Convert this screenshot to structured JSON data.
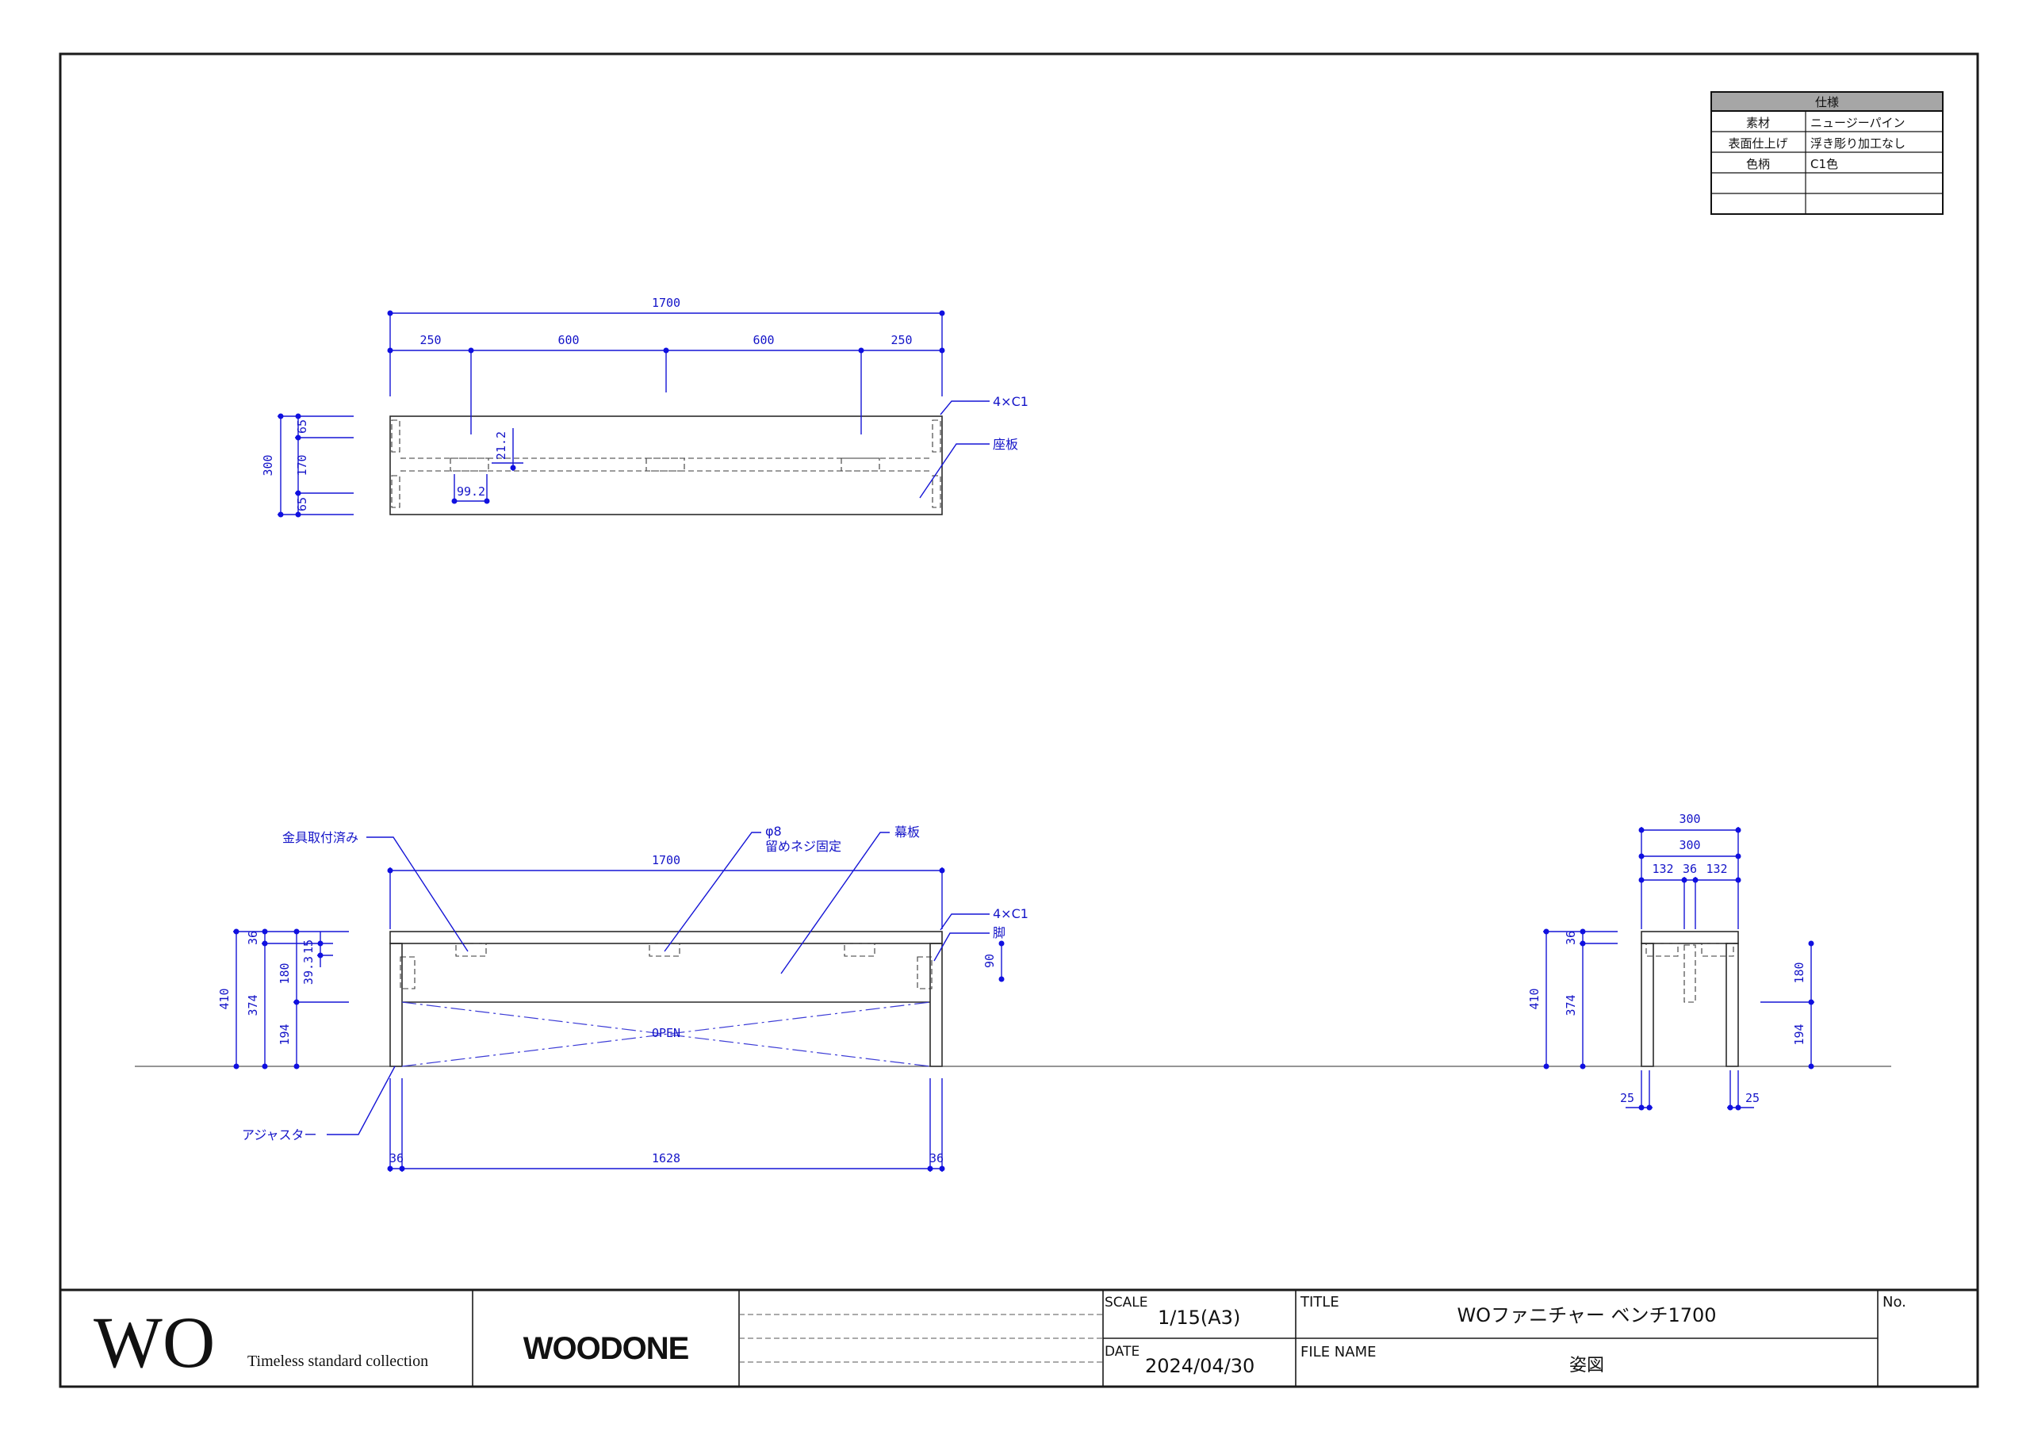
{
  "spec_table": {
    "header": "仕様",
    "rows": [
      {
        "key": "素材",
        "value": "ニュージーパイン"
      },
      {
        "key": "表面仕上げ",
        "value": "浮き彫り加工なし"
      },
      {
        "key": "色柄",
        "value": "C1色"
      },
      {
        "key": "",
        "value": ""
      },
      {
        "key": "",
        "value": ""
      }
    ]
  },
  "top_view": {
    "overall": "1700",
    "segments": [
      "250",
      "600",
      "600",
      "250"
    ],
    "depth": "300",
    "depth_parts": [
      "65",
      "170",
      "65"
    ],
    "hole_offset": "21.2",
    "bracket_width": "99.2",
    "chamfer": "4×C1",
    "seat_label": "座板"
  },
  "front_view": {
    "overall": "1700",
    "inner": "1628",
    "leg_thickness_left": "36",
    "leg_thickness_right": "36",
    "height_total": "410",
    "height_parts": [
      "36",
      "374"
    ],
    "apron_parts": [
      "15",
      "180",
      "194"
    ],
    "bracket_offset": "39.3",
    "leg_dim": "90",
    "open_label": "OPEN",
    "label_bracket": "金具取付済み",
    "label_screw_line1": "φ8",
    "label_screw_line2": "留めネジ固定",
    "label_apron": "幕板",
    "label_chamfer": "4×C1",
    "label_leg": "脚",
    "label_adjuster": "アジャスター"
  },
  "side_view": {
    "width_outer": "300",
    "width_inner": "300",
    "parts": [
      "132",
      "36",
      "132"
    ],
    "height_total": "410",
    "height_parts": [
      "36",
      "374"
    ],
    "right_parts": [
      "180",
      "194"
    ],
    "adjuster_left": "25",
    "adjuster_right": "25"
  },
  "title_block": {
    "brand_logo": "WO",
    "brand_tagline": "Timeless standard collection",
    "company_logo": "WOODONE",
    "scale_label": "SCALE",
    "scale_value": "1/15(A3)",
    "date_label": "DATE",
    "date_value": "2024/04/30",
    "title_label": "TITLE",
    "title_value": "WOファニチャー ベンチ1700",
    "file_label": "FILE NAME",
    "file_value": "姿図",
    "no_label": "No."
  }
}
